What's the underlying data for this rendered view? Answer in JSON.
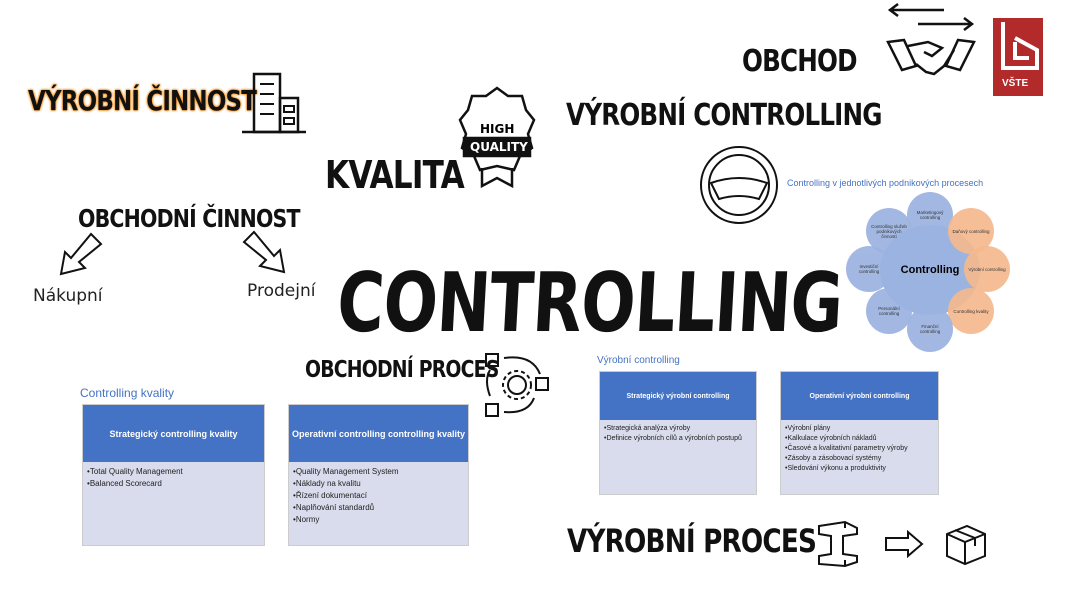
{
  "labels": {
    "vyrobni_cinnost": "VÝROBNÍ ČINNOST",
    "obchod": "OBCHOD",
    "vyrobni_controlling": "VÝROBNÍ CONTROLLING",
    "kvalita": "KVALITA",
    "obchodni_cinnost": "OBCHODNÍ ČINNOST",
    "nakupni": "Nákupní",
    "prodejni": "Prodejní",
    "controlling": "CONTROLLING",
    "obchodni_proces": "OBCHODNÍ PROCES",
    "vyrobni_proces": "VÝROBNÍ PROCES",
    "quality_badge_top": "HIGH",
    "quality_badge": "QUALITY",
    "logo_text": "VŠTE"
  },
  "diagram": {
    "title": "Controlling v jednotlivých podnikových procesech",
    "center": "Controlling",
    "nodes": [
      "Marketingový controlling",
      "Daňový controlling",
      "Výrobní controlling",
      "Controlling kvality",
      "Finanční controlling",
      "Personální controlling",
      "Investiční controlling",
      "Controlling služeb podnikových činností"
    ]
  },
  "quality": {
    "title": "Controlling kvality",
    "strategic": {
      "head": "Strategický controlling kvality",
      "items": [
        "Total Quality Management",
        "Balanced Scorecard"
      ]
    },
    "operative": {
      "head": "Operativní controlling controlling kvality",
      "items": [
        "Quality Management System",
        "Náklady na kvalitu",
        "Řízení dokumentací",
        "Naplňování standardů",
        "Normy"
      ]
    }
  },
  "production": {
    "title": "Výrobní controlling",
    "strategic": {
      "head": "Strategický výrobní controlling",
      "items": [
        "Strategická analýza výroby",
        "Definice výrobních cílů a výrobních postupů"
      ]
    },
    "operative": {
      "head": "Operativní výrobní controlling",
      "items": [
        "Výrobní plány",
        "Kalkulace výrobních nákladů",
        "Časové a kvalitativní parametry výroby",
        "Zásoby a zásobovací systémy",
        "Sledování výkonu a produktivity"
      ]
    }
  },
  "colors": {
    "accent": "#4472c4",
    "orange": "#f7931e",
    "logo": "#b22a2a"
  }
}
